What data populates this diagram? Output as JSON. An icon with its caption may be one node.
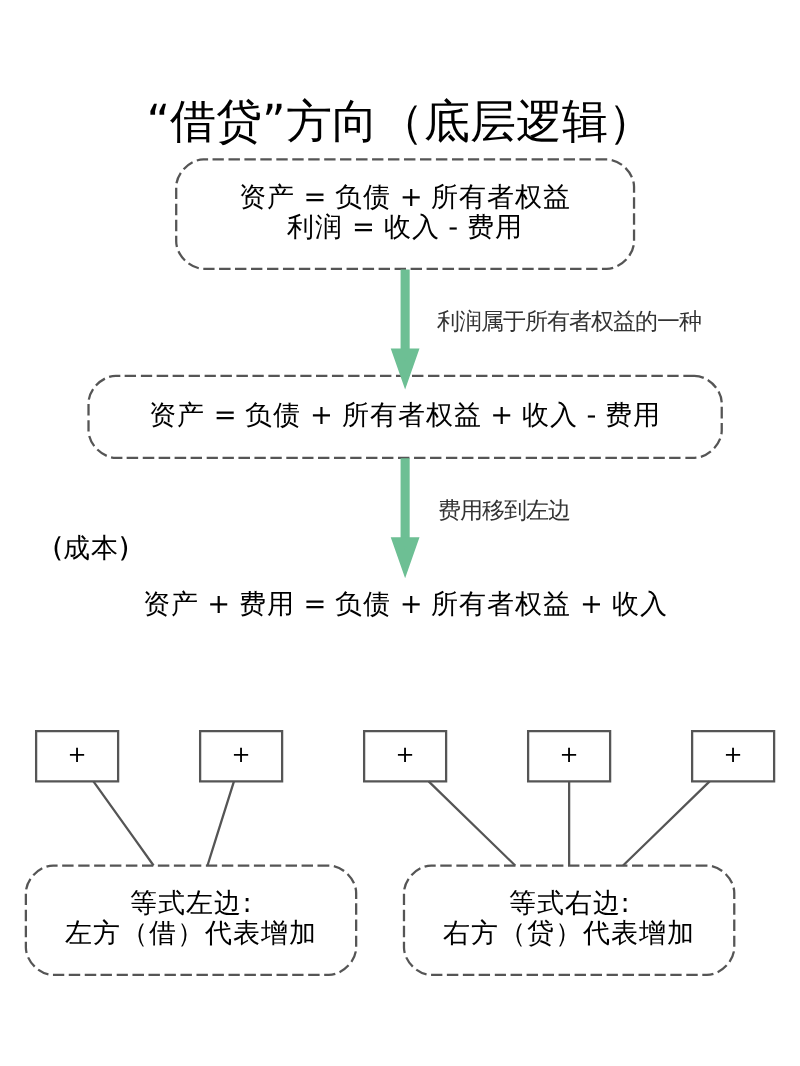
{
  "diagram": {
    "title": "“借贷”方向（底层逻辑）",
    "nodes": [
      {
        "text": [
          "资产 = 负债 + 所有者权益",
          "利润 = 收入 - 费用"
        ]
      },
      {
        "text": [
          "资产 = 负债 + 所有者权益 + 收入 - 费用"
        ]
      },
      {
        "text": [
          "资产 + 费用 = 负债 + 所有者权益 + 收入"
        ],
        "beside": [
          "(成本)"
        ]
      },
      {
        "text": [
          "+"
        ]
      },
      {
        "text": [
          "+"
        ]
      },
      {
        "text": [
          "+"
        ]
      },
      {
        "text": [
          "+"
        ]
      },
      {
        "text": [
          "+"
        ]
      },
      {
        "text": [
          "等式左边:",
          "左方（借）代表增加"
        ]
      },
      {
        "text": [
          "等式右边:",
          "右方（贷）代表增加"
        ]
      }
    ],
    "edges": [
      {
        "from": 0,
        "to": 1,
        "arrow": "to",
        "label": "利润属于所有者权益的一种",
        "style": "thick",
        "color": "#6dbf94"
      },
      {
        "from": 1,
        "to": 2,
        "arrow": "to",
        "label": "费用移到左边",
        "style": "thick",
        "color": "#6dbf94"
      },
      {
        "from": 3,
        "to": 8,
        "arrow": "none"
      },
      {
        "from": 4,
        "to": 8,
        "arrow": "none"
      },
      {
        "from": 5,
        "to": 9,
        "arrow": "none"
      },
      {
        "from": 6,
        "to": 9,
        "arrow": "none"
      },
      {
        "from": 7,
        "to": 9,
        "arrow": "none"
      }
    ]
  }
}
